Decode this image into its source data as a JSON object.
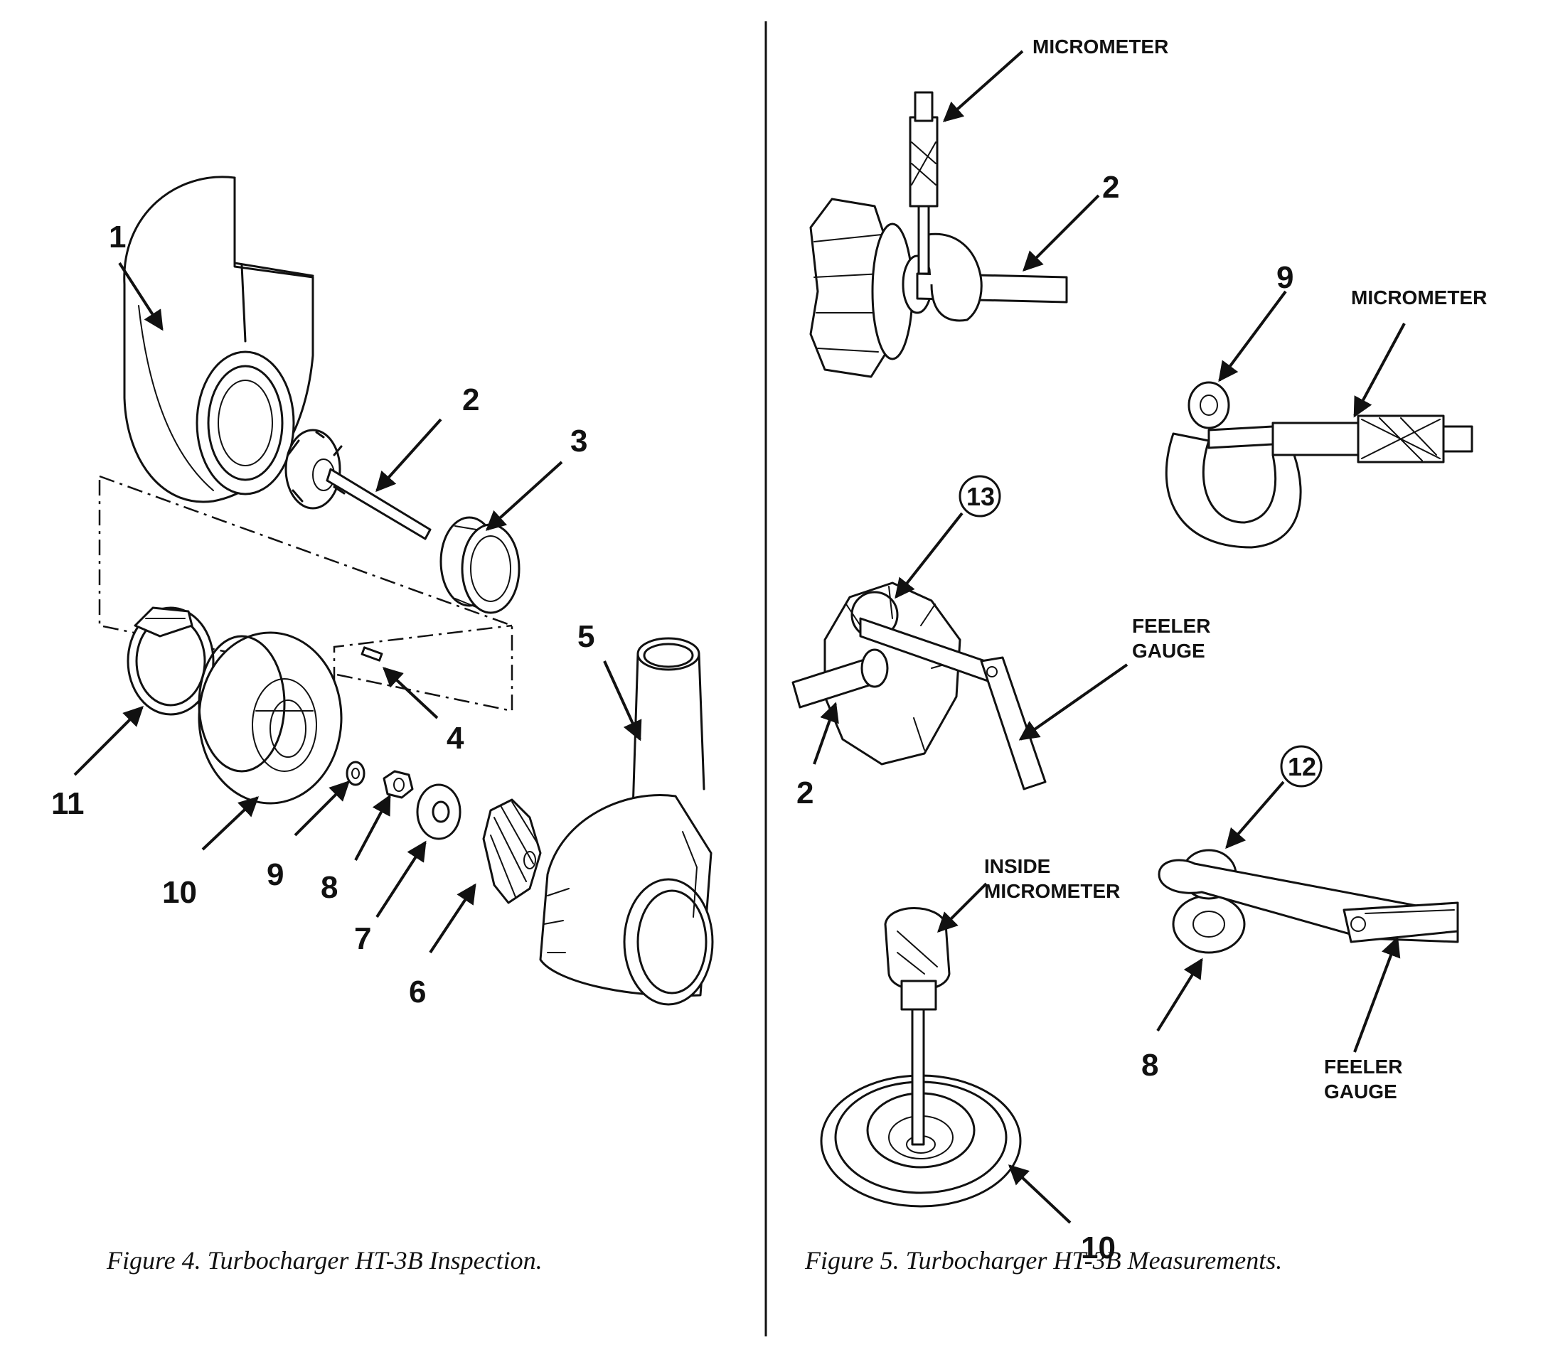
{
  "figure4": {
    "caption": "Figure 4. Turbocharger HT-3B Inspection.",
    "callouts": [
      "1",
      "2",
      "3",
      "4",
      "5",
      "6",
      "7",
      "8",
      "9",
      "10",
      "11"
    ]
  },
  "figure5": {
    "caption": "Figure 5. Turbocharger HT-3B Measurements.",
    "labels": {
      "micrometer_top": "MICROMETER",
      "micrometer_right": "MICROMETER",
      "feeler_gauge_1_l1": "FEELER",
      "feeler_gauge_1_l2": "GAUGE",
      "inside_micrometer_l1": "INSIDE",
      "inside_micrometer_l2": "MICROMETER",
      "feeler_gauge_2_l1": "FEELER",
      "feeler_gauge_2_l2": "GAUGE"
    },
    "callouts": {
      "shaft_top": "2",
      "washer_right": "9",
      "ring_circled_13": "13",
      "shaft_bottom": "2",
      "ring_circled_12": "12",
      "washer_bottom": "8",
      "plate_bottom": "10"
    }
  }
}
